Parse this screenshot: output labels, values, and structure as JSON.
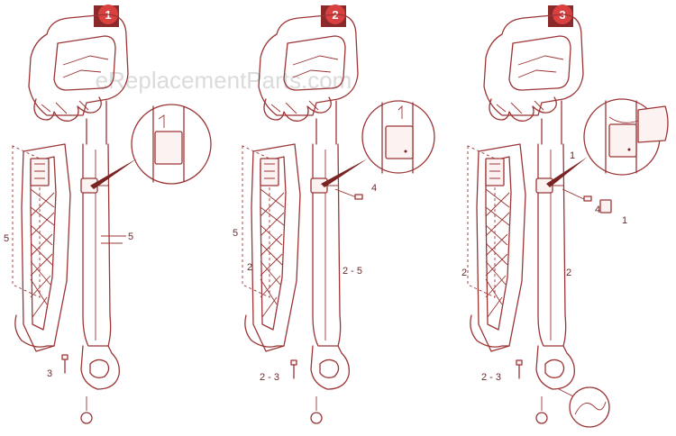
{
  "watermark": "eReplacementParts.com",
  "colors": {
    "line": "#9c3535",
    "badge": "#d94040",
    "badge_tail": "#8a2a2a",
    "watermark": "#cfcfcf"
  },
  "panels": [
    {
      "step": "1",
      "labels": {
        "a": "5",
        "b": "5",
        "c": "3"
      }
    },
    {
      "step": "2",
      "labels": {
        "a": "5",
        "b": "2",
        "c": "2 - 5",
        "d": "4",
        "e": "2 - 3"
      }
    },
    {
      "step": "3",
      "labels": {
        "a": "1",
        "b": "4",
        "c": "1",
        "d": "2",
        "e": "2",
        "f": "2 - 3"
      }
    }
  ]
}
